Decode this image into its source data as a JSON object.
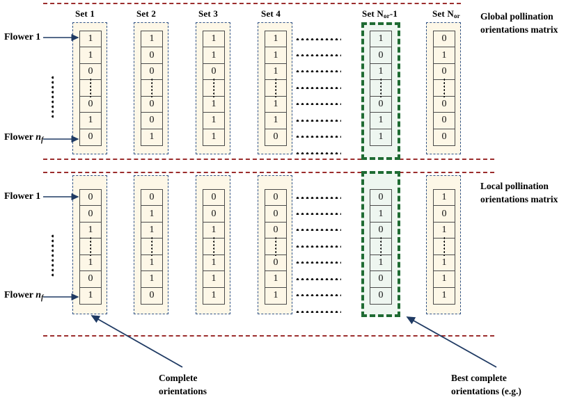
{
  "figure": {
    "set_labels": [
      {
        "text": "Set 1",
        "name": "set-1"
      },
      {
        "text": "Set 2",
        "name": "set-2"
      },
      {
        "text": "Set 3",
        "name": "set-3"
      },
      {
        "text": "Set 4",
        "name": "set-4"
      },
      {
        "text": "Set N",
        "sub": "or",
        "suffix": "-1",
        "name": "set-nor-minus-1"
      },
      {
        "text": "Set N",
        "sub": "or",
        "suffix": "",
        "name": "set-nor"
      }
    ],
    "row_labels": {
      "first": "Flower 1",
      "last_prefix": "Flower ",
      "last_symbol": "n",
      "last_sub": "f"
    },
    "captions": {
      "global": [
        "Global pollination",
        "orientations matrix"
      ],
      "local": [
        "Local pollination",
        "orientations matrix"
      ]
    },
    "annotations": {
      "complete": [
        "Complete",
        "orientations"
      ],
      "best": [
        "Best complete",
        "orientations (e.g.)"
      ]
    },
    "colors": {
      "separator": "#9b2d2d",
      "wrap_border": "#2f5185",
      "wrap_fill": "#fdf7e7",
      "best_border": "#1f6b33",
      "best_fill": "#eef6f0",
      "arrow": "#1f3a63",
      "cell_border": "#4a4a4a"
    },
    "ellipsis_glyph": "⋮",
    "dots_glyph": "·········"
  },
  "chart_data": {
    "type": "table",
    "title": "Global and local pollination orientations matrices",
    "matrices": [
      {
        "name": "global",
        "label": "Global pollination orientations matrix",
        "columns": [
          "Set 1",
          "Set 2",
          "Set 3",
          "Set 4",
          "Set Nor-1",
          "Set Nor"
        ],
        "rows": [
          "Flower 1",
          "",
          "",
          "⋮",
          "",
          "",
          "Flower nf"
        ],
        "values": [
          [
            "1",
            "1",
            "0",
            "⋮",
            "0",
            "1",
            "0"
          ],
          [
            "1",
            "0",
            "0",
            "⋮",
            "0",
            "0",
            "1"
          ],
          [
            "1",
            "1",
            "0",
            "⋮",
            "1",
            "1",
            "1"
          ],
          [
            "1",
            "1",
            "1",
            "⋮",
            "1",
            "1",
            "0"
          ],
          [
            "1",
            "0",
            "1",
            "⋮",
            "0",
            "1",
            "1"
          ],
          [
            "0",
            "1",
            "0",
            "⋮",
            "0",
            "0",
            "0"
          ]
        ],
        "highlighted_column": 4
      },
      {
        "name": "local",
        "label": "Local pollination orientations matrix",
        "columns": [
          "Set 1",
          "Set 2",
          "Set 3",
          "Set 4",
          "Set Nor-1",
          "Set Nor"
        ],
        "rows": [
          "Flower 1",
          "",
          "",
          "⋮",
          "",
          "",
          "Flower nf"
        ],
        "values": [
          [
            "0",
            "0",
            "1",
            "⋮",
            "1",
            "0",
            "1"
          ],
          [
            "0",
            "1",
            "1",
            "⋮",
            "1",
            "1",
            "0"
          ],
          [
            "0",
            "0",
            "1",
            "⋮",
            "1",
            "1",
            "1"
          ],
          [
            "0",
            "0",
            "0",
            "⋮",
            "0",
            "1",
            "1"
          ],
          [
            "0",
            "1",
            "0",
            "⋮",
            "1",
            "0",
            "0"
          ],
          [
            "1",
            "0",
            "1",
            "⋮",
            "1",
            "1",
            "1"
          ]
        ],
        "highlighted_column": 4
      }
    ]
  }
}
